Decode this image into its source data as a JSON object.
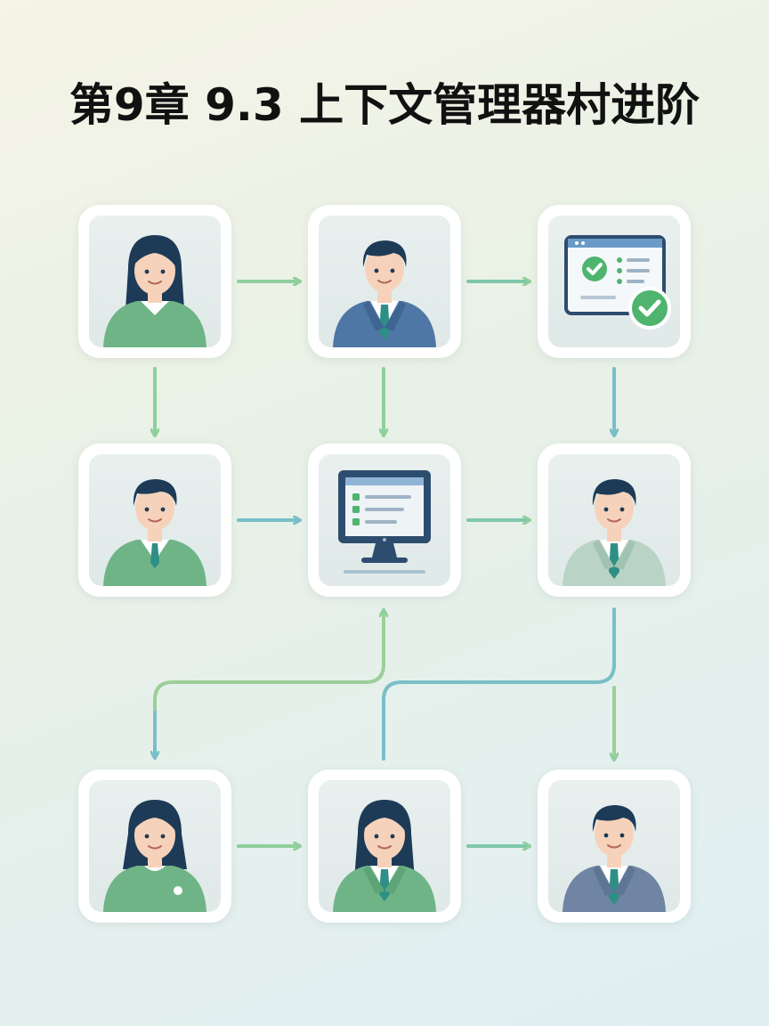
{
  "title": "第9章 9.3 上下文管理器村进阶",
  "colors": {
    "arrow_green": "#8fcf9c",
    "arrow_teal": "#79bfc7",
    "hair": "#1d3b57",
    "skin": "#f6d2ba",
    "green_shirt": "#6fb487",
    "blue_suit": "#4f77a6",
    "gray_suit": "#6f85a3",
    "light_suit": "#b9d4c6",
    "tie": "#2e8f86",
    "check_green": "#4fb46e"
  },
  "nodes": [
    {
      "id": "n1",
      "kind": "woman-sweater-icon"
    },
    {
      "id": "n2",
      "kind": "man-blue-suit-icon"
    },
    {
      "id": "n3",
      "kind": "checklist-window-icon"
    },
    {
      "id": "n4",
      "kind": "man-green-sweater-icon"
    },
    {
      "id": "n5",
      "kind": "computer-monitor-icon"
    },
    {
      "id": "n6",
      "kind": "man-light-suit-icon"
    },
    {
      "id": "n7",
      "kind": "woman-green-top-icon"
    },
    {
      "id": "n8",
      "kind": "woman-green-jacket-icon"
    },
    {
      "id": "n9",
      "kind": "man-gray-suit-icon"
    }
  ]
}
